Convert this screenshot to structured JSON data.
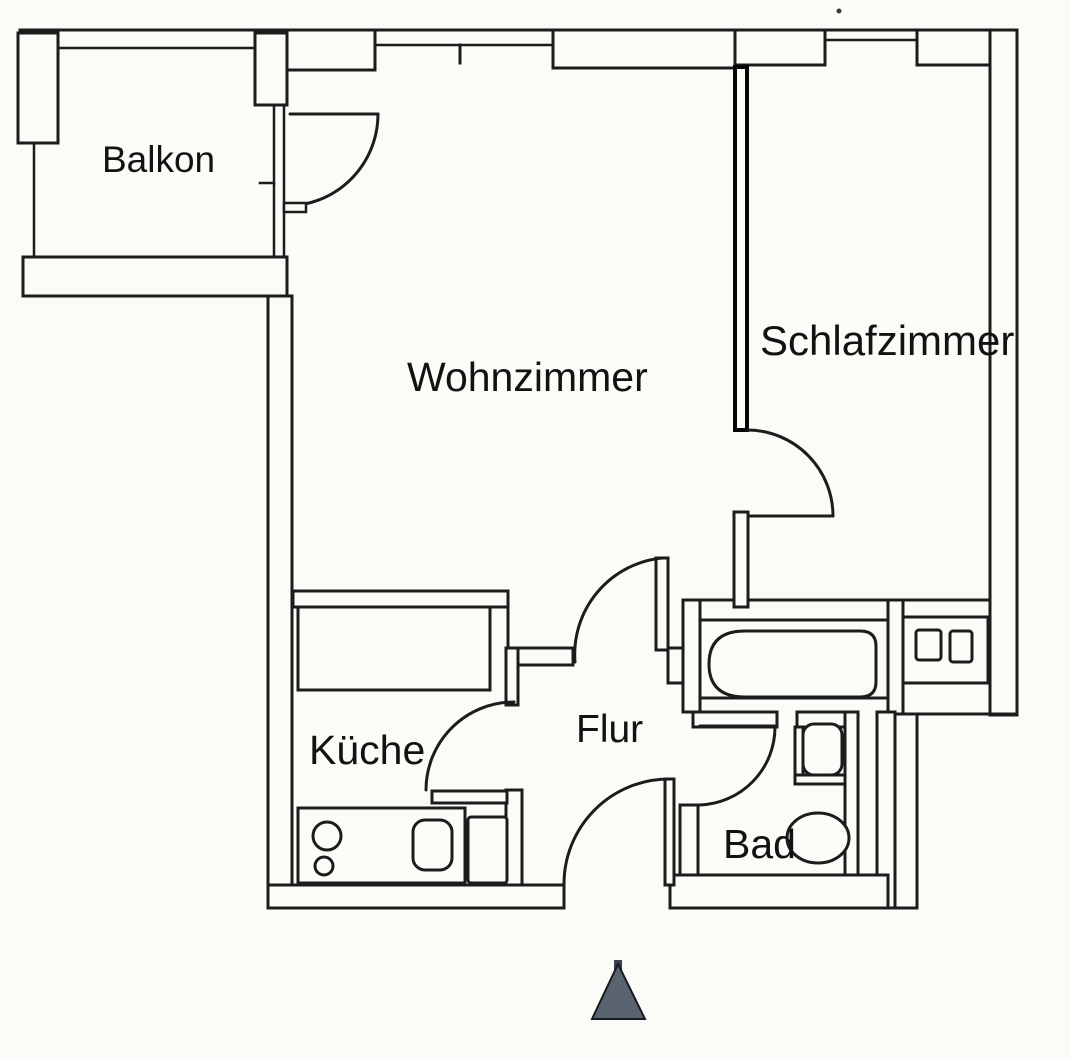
{
  "plan": {
    "type": "apartment-floor-plan",
    "rooms": {
      "balkon": {
        "label": "Balkon"
      },
      "wohnzimmer": {
        "label": "Wohnzimmer"
      },
      "schlafzimmer": {
        "label": "Schlafzimmer"
      },
      "kueche": {
        "label": "Küche"
      },
      "flur": {
        "label": "Flur"
      },
      "bad": {
        "label": "Bad"
      }
    },
    "doors": [
      "balcony-door",
      "bedroom-door",
      "living-room-door",
      "kitchen-door",
      "bathroom-door",
      "entrance-door"
    ],
    "fixtures": [
      "bathtub",
      "washbasin",
      "wc",
      "kitchen-counter",
      "hob-burners",
      "kitchen-sink",
      "kitchen-appliance",
      "built-in-cabinet",
      "shaft-box-with-two-squares"
    ],
    "markers": [
      "north-entrance-triangle"
    ],
    "colors": {
      "ink": "#1c1c1c",
      "paper": "#fbfbf8",
      "north_marker_fill": "#5a6370",
      "north_marker_edge": "#191920"
    }
  }
}
